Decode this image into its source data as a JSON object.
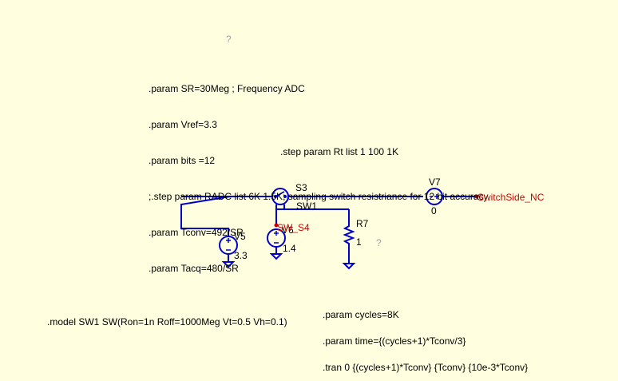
{
  "directives": {
    "adc_params": [
      ".param SR=30Meg ; Frequency ADC",
      ".param Vref=3.3",
      ".param bits =12",
      ";.step param RADC list 6K 1.5K; sampling switch resistriance for 12 bit accuracy",
      ".param Tconv=492/SR",
      ".param Tacq=480/SR"
    ],
    "step_rt": ".step param Rt list 1 100 1K",
    "cycles_params": [
      ".param cycles=8K",
      ".param time={(cycles+1)*Tconv/3}",
      ".tran 0 {(cycles+1)*Tconv} {Tconv} {10e-3*Tconv}"
    ],
    "model_sw": ".model SW1 SW(Ron=1n Roff=1000Meg Vt=0.5 Vh=0.1)"
  },
  "placeholders": {
    "question_mark": "?"
  },
  "components": {
    "s3": {
      "name": "S3",
      "model": "SW1"
    },
    "r7": {
      "name": "R7",
      "value": "1"
    },
    "v7": {
      "name": "V7",
      "value": "0"
    },
    "v5": {
      "name": "V5",
      "value": "3.3"
    },
    "v6": {
      "name": "V6",
      "value": "1.4"
    }
  },
  "net_labels": {
    "switchside": "SwitchSide_NC",
    "sw_s4": "SW_S4"
  },
  "colors": {
    "background": "#ffffe0",
    "wire": "#0000cc",
    "component": "#0000cc",
    "net_label": "#cc0000",
    "text": "#000000",
    "unknown_marker": "#a0a0a0"
  }
}
